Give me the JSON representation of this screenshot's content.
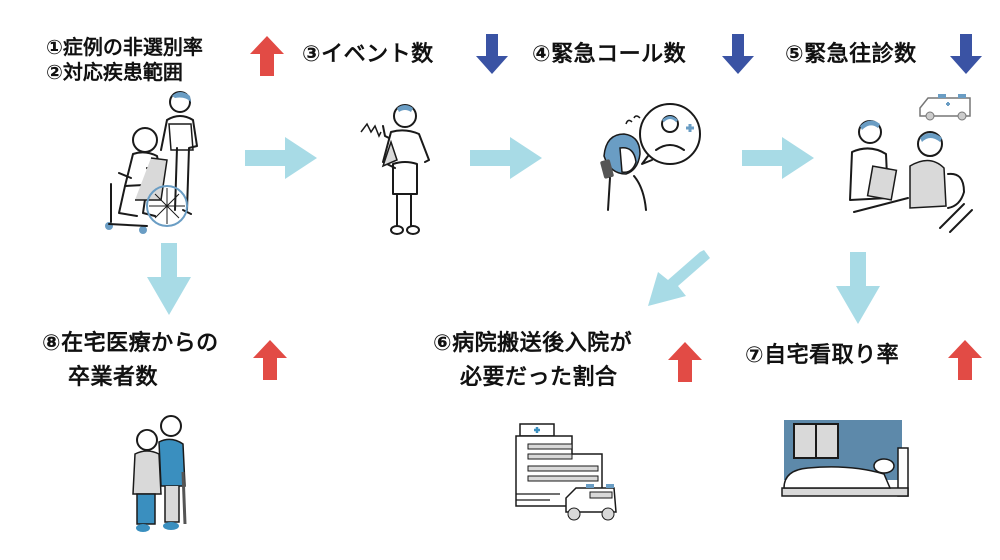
{
  "colors": {
    "flow_arrow": "#a8dbe6",
    "up_arrow": "#e24b45",
    "down_arrow": "#3a53a4",
    "accent_blue": "#6a9dc4",
    "room_blue": "#5d89aa",
    "gray_fill": "#d9d9d9"
  },
  "nodes": [
    {
      "id": "patients",
      "labels": [
        "①症例の非選別率",
        "②対応疾患範囲"
      ],
      "trend": "up",
      "illustration": "wheelchair-patient-with-caregiver"
    },
    {
      "id": "events",
      "labels": [
        "③イベント数"
      ],
      "trend": "down",
      "illustration": "injured-man-with-arm-sling"
    },
    {
      "id": "emergency-calls",
      "labels": [
        "④緊急コール数"
      ],
      "trend": "down",
      "illustration": "woman-calling-doctor"
    },
    {
      "id": "emergency-visits",
      "labels": [
        "⑤緊急往診数"
      ],
      "trend": "down",
      "illustration": "doctor-home-visit-with-ambulance"
    },
    {
      "id": "hospital-admission",
      "labels": [
        "⑥病院搬送後入院が",
        "必要だった割合"
      ],
      "trend": "up",
      "illustration": "hospital-and-ambulance"
    },
    {
      "id": "home-death",
      "labels": [
        "⑦自宅看取り率"
      ],
      "trend": "up",
      "illustration": "patient-in-bed-at-home"
    },
    {
      "id": "graduation",
      "labels": [
        "⑧在宅医療からの",
        "卒業者数"
      ],
      "trend": "up",
      "illustration": "elderly-couple-standing"
    }
  ],
  "edges": [
    {
      "from": "patients",
      "to": "events",
      "direction": "right"
    },
    {
      "from": "events",
      "to": "emergency-calls",
      "direction": "right"
    },
    {
      "from": "emergency-calls",
      "to": "emergency-visits",
      "direction": "right"
    },
    {
      "from": "emergency-visits",
      "to": "hospital-admission",
      "direction": "down-left"
    },
    {
      "from": "emergency-visits",
      "to": "home-death",
      "direction": "down"
    },
    {
      "from": "patients",
      "to": "graduation",
      "direction": "down"
    }
  ]
}
